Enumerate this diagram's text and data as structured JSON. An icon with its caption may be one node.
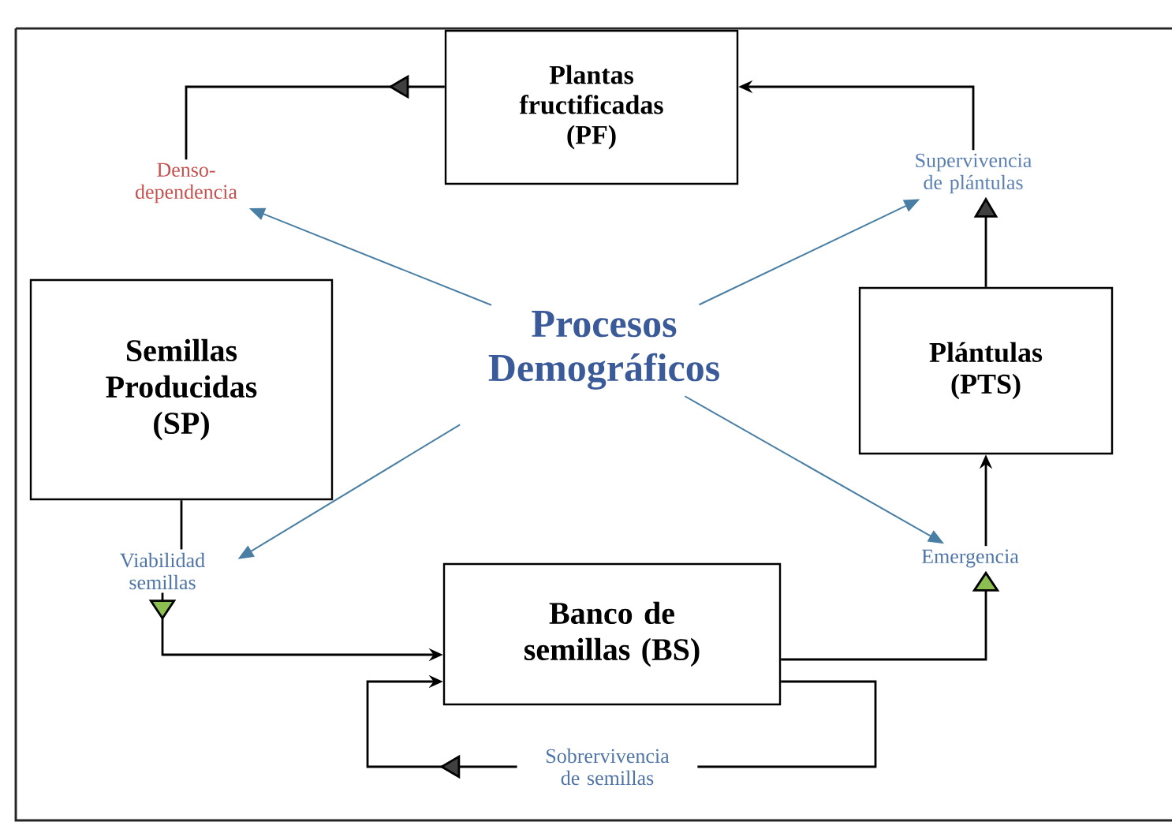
{
  "diagram": {
    "nodes": [
      {
        "text": [
          "Plantas fructificadas (PF)"
        ]
      },
      {
        "text": [
          "Denso-dependencia"
        ]
      },
      {
        "text": [
          "Supervivencia de plántulas"
        ]
      },
      {
        "text": [
          "Semillas Producidas (SP)"
        ]
      },
      {
        "text": [
          "Procesos Demográficos"
        ]
      },
      {
        "text": [
          "Plántulas (PTS)"
        ]
      },
      {
        "text": [
          "Viabilidad semillas"
        ]
      },
      {
        "text": [
          "Banco de semillas (BS)"
        ]
      },
      {
        "text": [
          "Emergencia"
        ]
      },
      {
        "text": [
          "Sobrervivencia de semillas"
        ]
      }
    ],
    "edges": [
      {
        "from": 0,
        "to": 1,
        "arrow": "to"
      },
      {
        "from": 2,
        "to": 0,
        "arrow": "to"
      },
      {
        "from": 5,
        "to": 2,
        "arrow": "to"
      },
      {
        "from": 8,
        "to": 5,
        "arrow": "to"
      },
      {
        "from": 7,
        "to": 8,
        "arrow": "to"
      },
      {
        "from": 3,
        "to": 6,
        "arrow": "none"
      },
      {
        "from": 6,
        "to": 7,
        "arrow": "to"
      },
      {
        "from": 7,
        "to": 9,
        "arrow": "none"
      },
      {
        "from": 9,
        "to": 7,
        "arrow": "to"
      },
      {
        "from": 4,
        "to": 1,
        "arrow": "to",
        "color": "#4a7fa5"
      },
      {
        "from": 4,
        "to": 2,
        "arrow": "to",
        "color": "#4a7fa5"
      },
      {
        "from": 4,
        "to": 6,
        "arrow": "to",
        "color": "#4a7fa5"
      },
      {
        "from": 4,
        "to": 8,
        "arrow": "to",
        "color": "#4a7fa5"
      }
    ]
  }
}
